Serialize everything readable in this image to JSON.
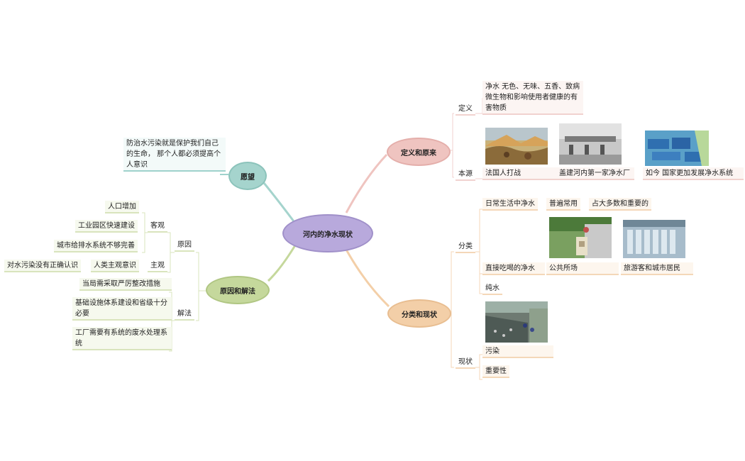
{
  "center": {
    "label": "河内的净水现状",
    "color": "#b8a9dc"
  },
  "branches": {
    "definition": {
      "label": "定义和原来",
      "color": "#efc4c0",
      "definition_label": "定义",
      "definition_text": "净水 无色、无味、五香、致病微生物和影响使用者健康的有害物质",
      "source_label": "本源",
      "source_items": [
        "法国人打战",
        "盖建河内第一家净水厂",
        "如今 国家更加发展净水系统"
      ]
    },
    "classification": {
      "label": "分类和现状",
      "color": "#f3cfa8",
      "category_label": "分类",
      "daily_water": "日常生活中净水",
      "daily_tags": [
        "普遍常用",
        "占大多数和重要的"
      ],
      "drinking_water": "直接吃喝的净水",
      "drinking_items": [
        "公共所场",
        "旅游客和城市居民"
      ],
      "pure_water": "纯水",
      "status_label": "现状",
      "pollution": "污染",
      "importance": "重要性"
    },
    "wish": {
      "label": "愿望",
      "color": "#a5d4cd",
      "text": "防治水污染就是保护我们自己的生命， 那个人都必须提高个人意识"
    },
    "causes": {
      "label": "原因和解法",
      "color": "#c5d89c",
      "cause_label": "原因",
      "objective_label": "客观",
      "objective_items": [
        "人口增加",
        "工业园区快速建设",
        "城市给排水系统不够完善"
      ],
      "subjective_label": "主观",
      "subjective_items": [
        "人类主观意识"
      ],
      "subjective_sub": "对水污染没有正确认识",
      "solution_label": "解法",
      "solution_items": [
        "当局需采取严厉整改措施",
        "基础设施体系建设和省级十分必要",
        "工厂需要有系统的废水处理系统"
      ]
    }
  }
}
